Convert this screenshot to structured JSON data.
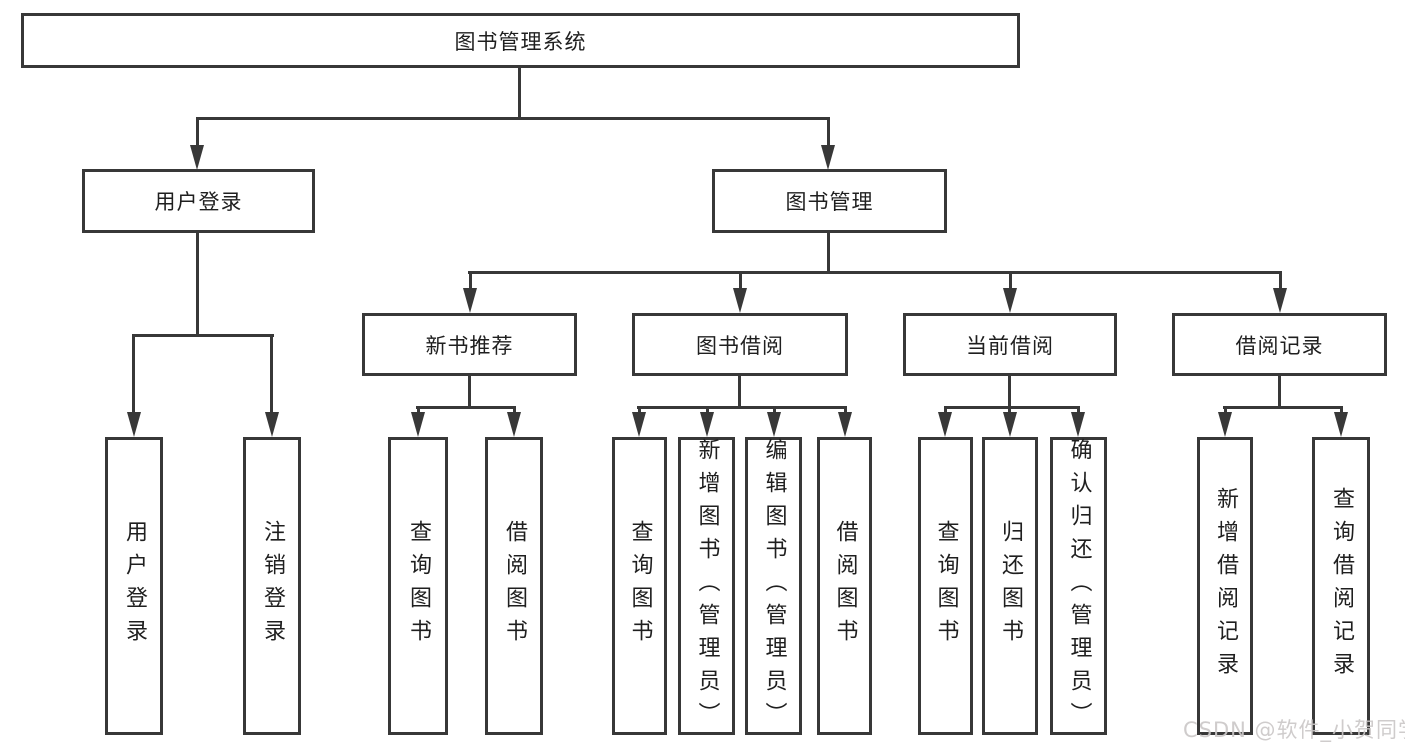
{
  "tree": {
    "root": {
      "label": "图书管理系统"
    },
    "children": [
      {
        "label": "用户登录",
        "children": [
          {
            "label": "用户登录"
          },
          {
            "label": "注销登录"
          }
        ]
      },
      {
        "label": "图书管理",
        "children": [
          {
            "label": "新书推荐",
            "children": [
              {
                "label": "查询图书"
              },
              {
                "label": "借阅图书"
              }
            ]
          },
          {
            "label": "图书借阅",
            "children": [
              {
                "label": "查询图书"
              },
              {
                "label": "新增图书（管理员）"
              },
              {
                "label": "编辑图书（管理员）"
              },
              {
                "label": "借阅图书"
              }
            ]
          },
          {
            "label": "当前借阅",
            "children": [
              {
                "label": "查询图书"
              },
              {
                "label": "归还图书"
              },
              {
                "label": "确认归还（管理员）"
              }
            ]
          },
          {
            "label": "借阅记录",
            "children": [
              {
                "label": "新增借阅记录"
              },
              {
                "label": "查询借阅记录"
              }
            ]
          }
        ]
      }
    ]
  },
  "watermark": {
    "text": "CSDN @软件_小贺同学"
  },
  "colors": {
    "line": "#383838",
    "box_border": "#383838",
    "text": "#1f1f1f",
    "watermark": "#cbc8c8",
    "background": "#ffffff"
  }
}
